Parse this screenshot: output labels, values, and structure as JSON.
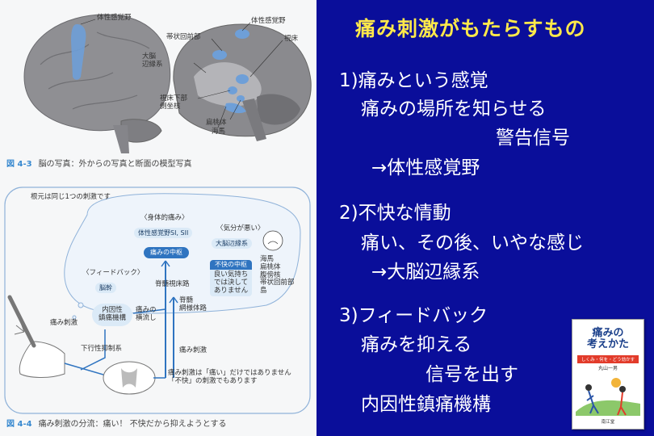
{
  "slide": {
    "title": "痛み刺激がもたらすもの",
    "lines": [
      "1)痛みという感覚",
      "痛みの場所を知らせる",
      "警告信号",
      "→体性感覚野",
      "2)不快な情動",
      "痛い、その後、いやな感じ",
      "→大脳辺縁系",
      "3)フィードバック",
      "痛みを抑える",
      "信号を出す",
      "内因性鎮痛機構"
    ]
  },
  "fig43": {
    "labels": {
      "somato_left": "体性感覚野",
      "somato_right": "体性感覚野",
      "cingulate": "帯状回前部",
      "thalamus": "視床",
      "limbic": "大脳\n辺縁系",
      "hypothalamus": "視床下部\n側坐核",
      "amygdala": "扁桃体",
      "hippocampus": "海馬"
    },
    "caption_num": "図 4-3",
    "caption_text": "脳の写真：外からの写真と断面の模型写真"
  },
  "fig44": {
    "root_text": "根元は同じ1つの刺激です",
    "physical": "〈身体的痛み〉",
    "somato_box": "体性感覚野SI, SII",
    "pain_center": "痛みの中枢",
    "mood_bad": "〈気分が悪い〉",
    "limbic_box": "大脳辺縁系",
    "unpleasant_center": "不快の中枢",
    "unpleasant_text": "良い気持ち\nでは決して\nありません",
    "limbic_list": "海馬\n扁桃体\n腹傍核\n帯状回前部\n島",
    "feedback": "〈フィードバック〉",
    "brainstem": "脳幹",
    "endogenous": "内因性\n鎮痛機構",
    "spinothalamic": "脊髄視床路",
    "spinoreticular": "脊髄\n網様体路",
    "pain_bypass": "痛みの\n横流し",
    "descending": "下行性抑制系",
    "pain_stim_label": "痛み刺激",
    "pain_stim_nerve": "痛み刺激",
    "note": "痛み刺激は「痛い」だけではありません\n「不快」の刺激でもあります",
    "caption_num": "図 4-4",
    "caption_text": "痛み刺激の分流：痛い！ 不快だから抑えようとする"
  },
  "book": {
    "title": "痛みの\n考えかた",
    "subtitle": "しくみ・何を・どう効かす",
    "author": "丸山一男",
    "publisher": "南江堂"
  },
  "colors": {
    "slide_bg": "#0a0e9a",
    "title": "#ffe94a",
    "text": "#ffffff",
    "figure_blue": "#2f74c0"
  }
}
